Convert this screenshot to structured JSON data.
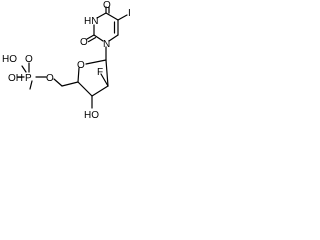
{
  "structure": {
    "atoms": {
      "o_top": "O",
      "i_iodo": "I",
      "hn": "HN",
      "n1": "N",
      "o_carbonyl": "O",
      "o_ring": "O",
      "f": "F",
      "ho_phos": "HO",
      "p": "P",
      "o_phos_eq": "O",
      "o_phos_link": "O",
      "oh_phos": "OH",
      "ho_sugar": "HO"
    },
    "colors": {
      "bond": "#000000",
      "text": "#000000",
      "background": "#ffffff"
    }
  }
}
